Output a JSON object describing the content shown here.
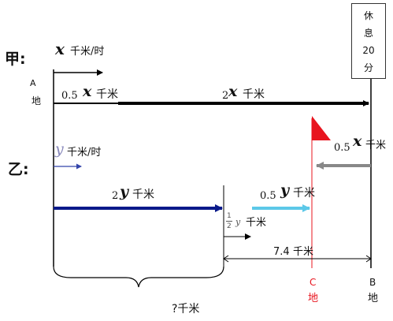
{
  "jia": "甲:",
  "yi": "乙:",
  "place_a": "A",
  "place_a_di": "地",
  "place_c": "C",
  "place_c_di": "地",
  "place_b": "B",
  "place_b_di": "地",
  "rest": [
    "休",
    "息",
    "20",
    "分"
  ],
  "var_x": "x",
  "var_y": "y",
  "unit_speed": "千米/时",
  "unit_km": "千米",
  "coef_05": "0.5",
  "coef_2": "2",
  "frac_num": "1",
  "frac_den": "2",
  "dist_74": "7.4",
  "question_total": "?千米",
  "colors": {
    "black_seg": "#000000",
    "navy_seg": "#0a1a8a",
    "cyan_seg": "#5cc8e8",
    "gray_seg": "#888888",
    "flag": "#e8141e",
    "c_line": "#e8141e"
  }
}
